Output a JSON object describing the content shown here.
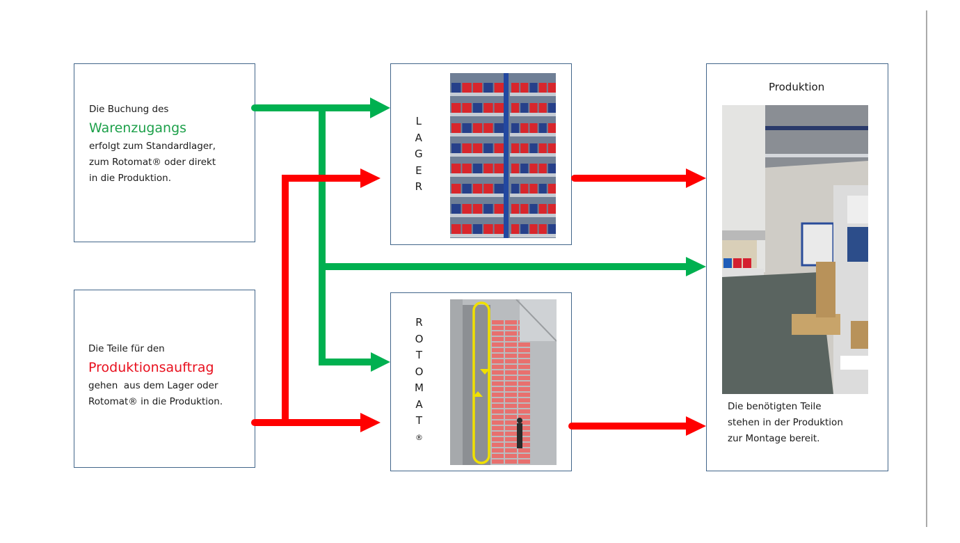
{
  "diagram": {
    "colors": {
      "receipt_flow": "#00b050",
      "order_flow": "#ff0000",
      "box_border": "#41658a",
      "accent_green_text": "#1da04a",
      "accent_red_text": "#e8101e"
    },
    "receipt_box": {
      "line1": "Die Buchung des",
      "highlight": "Warenzugangs",
      "line3": "erfolgt zum Standardlager,",
      "line4": "zum Rotomat® oder direkt",
      "line5": "in die Produktion."
    },
    "order_box": {
      "line1": "Die Teile für den",
      "highlight": "Produktionsauftrag",
      "line3": "gehen  aus dem Lager oder",
      "line4": "Rotomat® in die Produktion."
    },
    "lager_box": {
      "letters": [
        "L",
        "A",
        "G",
        "E",
        "R"
      ],
      "image": "warehouse-shelving-photo"
    },
    "rotomat_box": {
      "letters": [
        "R",
        "O",
        "T",
        "O",
        "M",
        "A",
        "T",
        "®"
      ],
      "image": "rotomat-vertical-carousel-photo"
    },
    "produktion_box": {
      "title": "Produktion",
      "image": "production-hall-photo",
      "caption_line1": "Die benötigten Teile",
      "caption_line2": "stehen in der Produktion",
      "caption_line3": "zur Montage bereit."
    },
    "flows": [
      {
        "from": "Warenzugang",
        "to": "Lager",
        "color": "green"
      },
      {
        "from": "Warenzugang",
        "to": "Produktion",
        "color": "green"
      },
      {
        "from": "Warenzugang",
        "to": "Rotomat",
        "color": "green"
      },
      {
        "from": "Produktionsauftrag",
        "to": "Lager",
        "color": "red"
      },
      {
        "from": "Produktionsauftrag",
        "to": "Rotomat",
        "color": "red"
      },
      {
        "from": "Lager",
        "to": "Produktion",
        "color": "red"
      },
      {
        "from": "Rotomat",
        "to": "Produktion",
        "color": "red"
      }
    ]
  }
}
